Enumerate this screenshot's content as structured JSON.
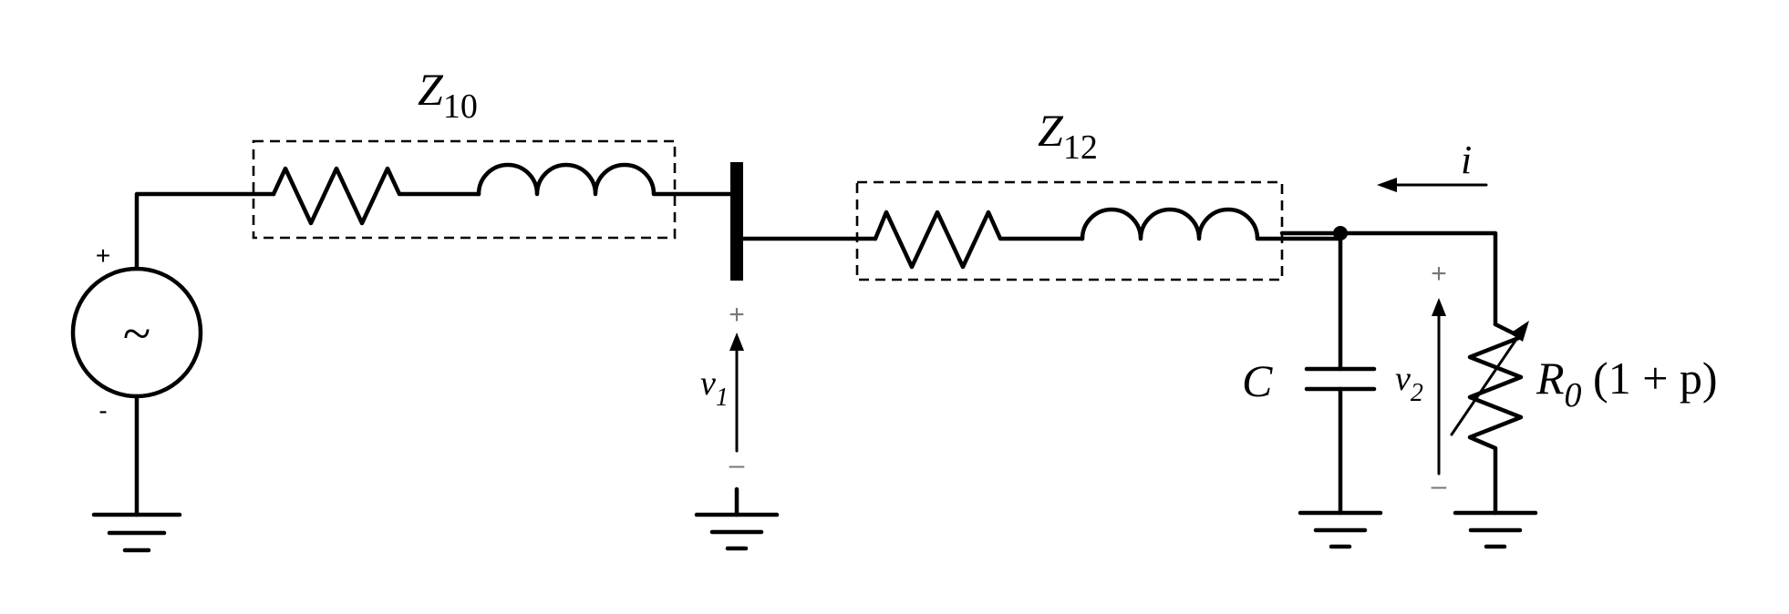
{
  "labels": {
    "z10": {
      "main": "Z",
      "sub": "10"
    },
    "z12": {
      "main": "Z",
      "sub": "12"
    },
    "current": "i",
    "v1": {
      "main": "v",
      "sub": "1"
    },
    "v2": {
      "main": "v",
      "sub": "2"
    },
    "capacitor": "C",
    "load": {
      "main": "R",
      "sub": "0",
      "rest": " (1 + p)"
    },
    "source_plus": "+",
    "source_minus": "-",
    "source_symbol": "~",
    "v1_plus": "+",
    "v1_minus": "–",
    "v2_plus": "+",
    "v2_minus": "–"
  },
  "colors": {
    "line": "#000000",
    "polarity_grey": "#777777"
  }
}
